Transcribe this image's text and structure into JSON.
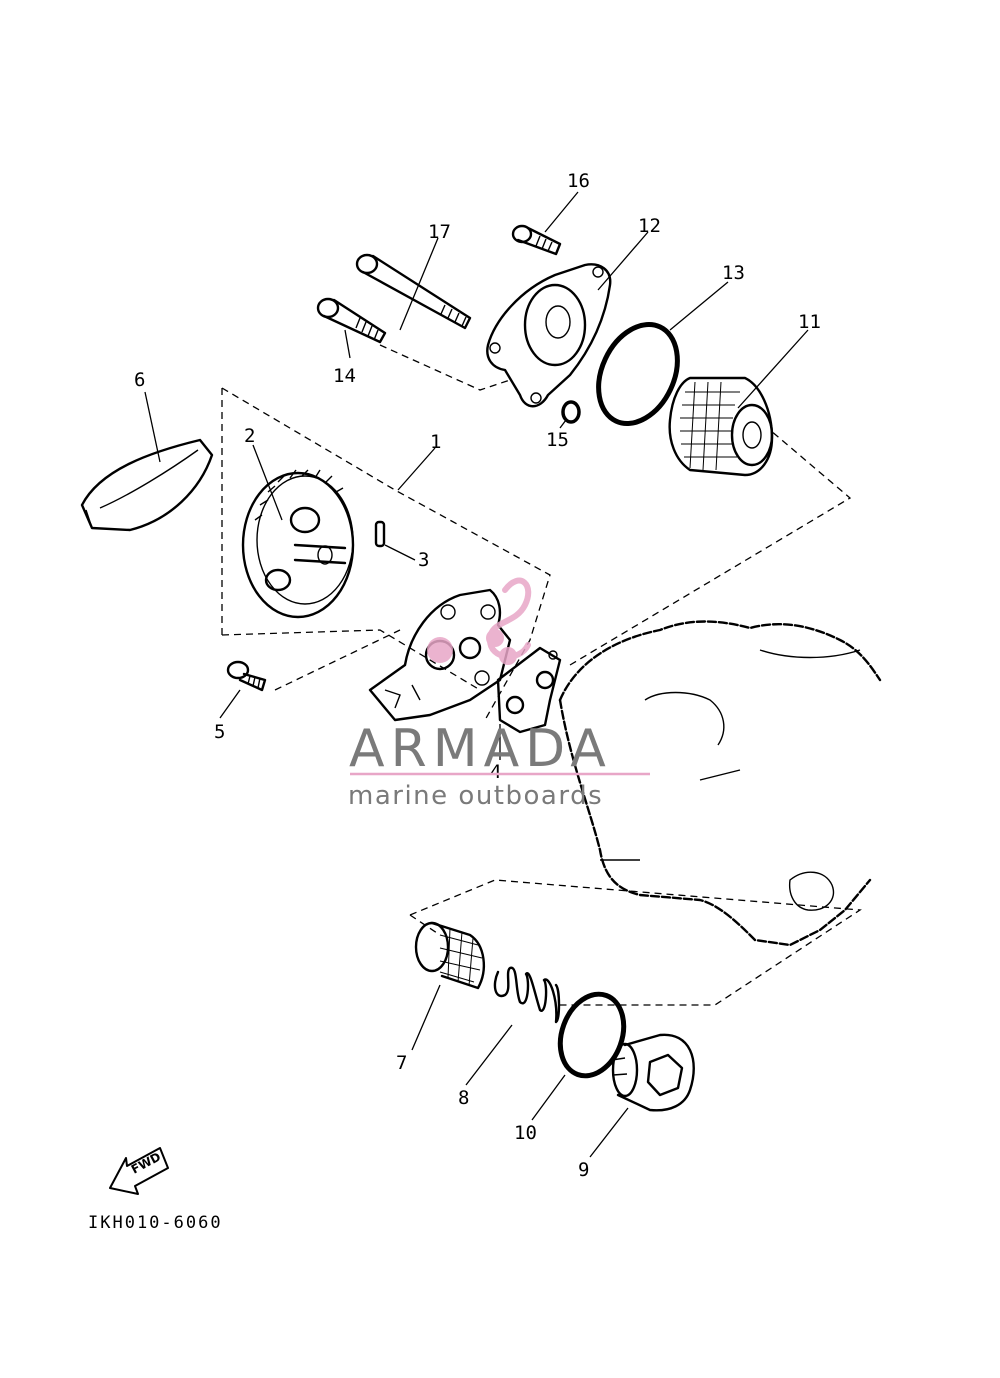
{
  "diagram": {
    "callouts": [
      "1",
      "2",
      "3",
      "4",
      "5",
      "6",
      "7",
      "8",
      "9",
      "10",
      "11",
      "12",
      "13",
      "14",
      "15",
      "16",
      "17"
    ],
    "fwd_label": "FWD",
    "drawing_code": "IKH010-6060"
  },
  "watermark": {
    "title": "ARMADA",
    "subtitle": "marine outboards",
    "accent_color": "#e8a6c7",
    "text_color": "#7a7a7a"
  },
  "colors": {
    "line": "#000000",
    "background": "#ffffff"
  }
}
